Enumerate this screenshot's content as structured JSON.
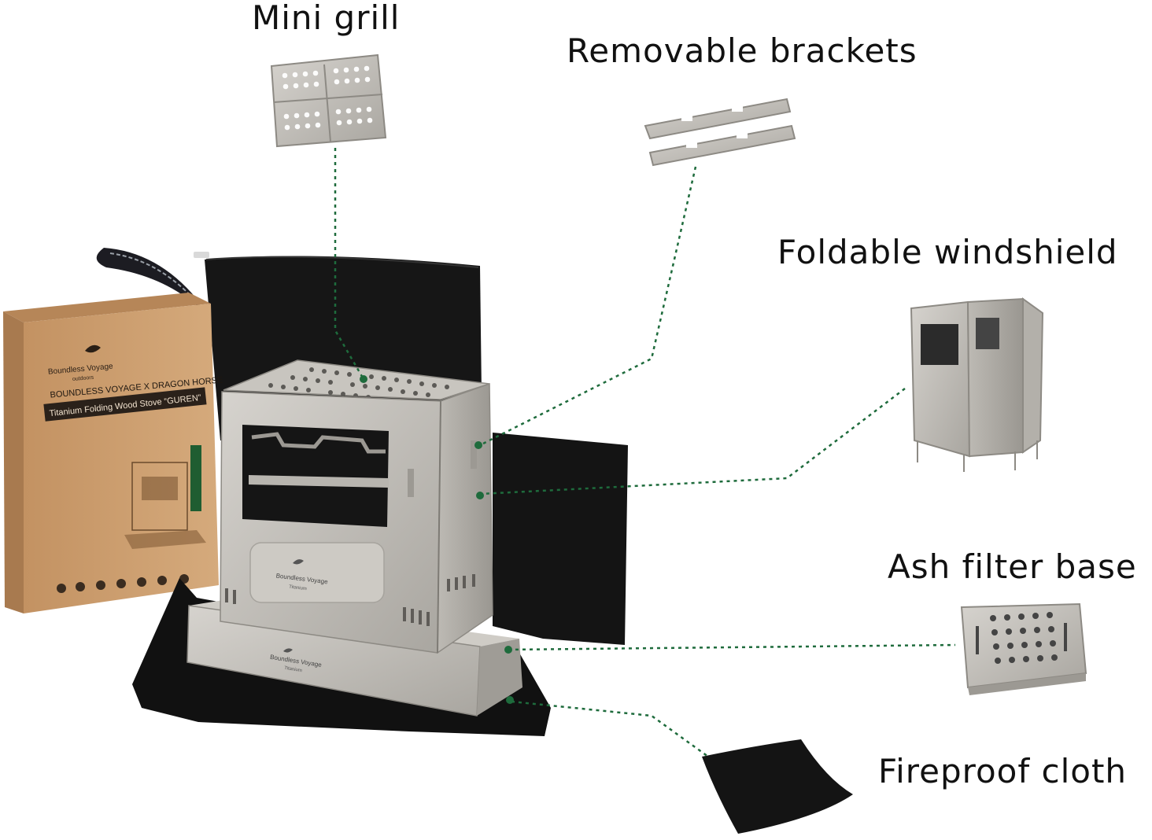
{
  "callouts": {
    "mini_grill": "Mini grill",
    "removable_brackets": "Removable brackets",
    "foldable_windshield": "Foldable windshield",
    "ash_filter_base": "Ash filter base",
    "fireproof_cloth": "Fireproof cloth"
  },
  "box": {
    "brand": "Boundless Voyage",
    "brand_sub": "outdoors",
    "title": "BOUNDLESS VOYAGE X DRAGON HORSE",
    "subtitle": "Titanium Folding Wood Stove “GUREN”"
  },
  "stove": {
    "front_brand": "Boundless Voyage",
    "front_material": "Titanium",
    "base_brand": "Boundless Voyage",
    "base_material": "Titanium"
  },
  "colors": {
    "leader_line": "#1e6b3c",
    "kraft_box": "#c89a68",
    "titanium": "#c4c1bb",
    "black_fabric": "#151515"
  }
}
